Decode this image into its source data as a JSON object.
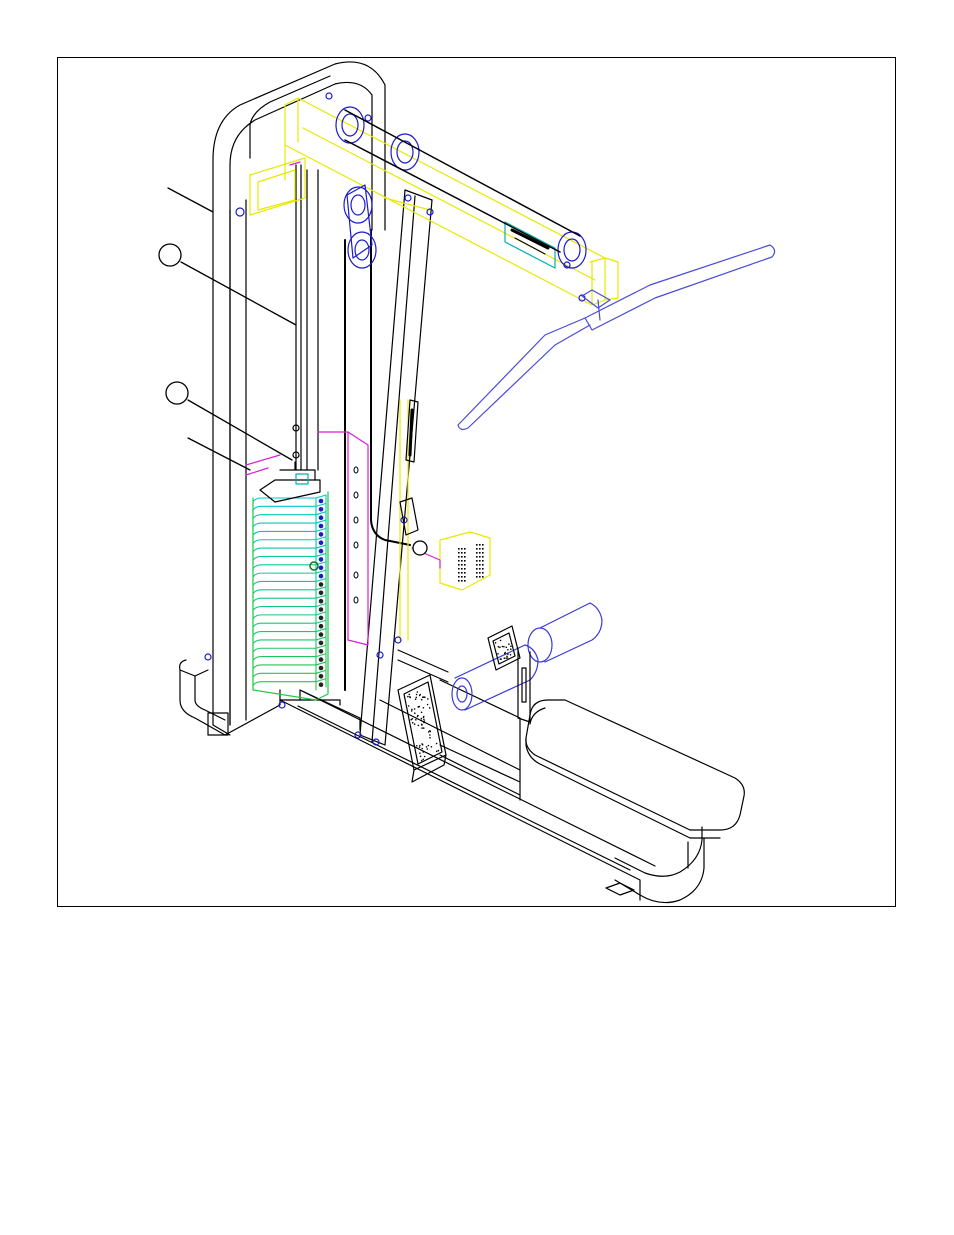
{
  "page": {
    "background": "#ffffff",
    "frame_color": "#000000"
  },
  "colors": {
    "frame_outline": "#000000",
    "top_beam": "#e8e800",
    "pulley": "#1a1acc",
    "lat_bar": "#4a4ad8",
    "weight_stack_top": "#00c8c8",
    "weight_stack_bottom": "#22c84a",
    "selector_pin": "#1e6e1e",
    "shroud": "#d81fd8",
    "roller_pad": "#3a3ad8",
    "logo_panel": "#00b0b0"
  },
  "callouts": [
    {
      "id": "callout-1",
      "style": "leader-line"
    },
    {
      "id": "callout-2",
      "style": "circle-with-leader"
    },
    {
      "id": "callout-3",
      "style": "circle-with-leader"
    },
    {
      "id": "callout-4",
      "style": "leader-line"
    },
    {
      "id": "callout-5",
      "style": "small-circle"
    }
  ],
  "stack": {
    "plate_count": 23
  }
}
